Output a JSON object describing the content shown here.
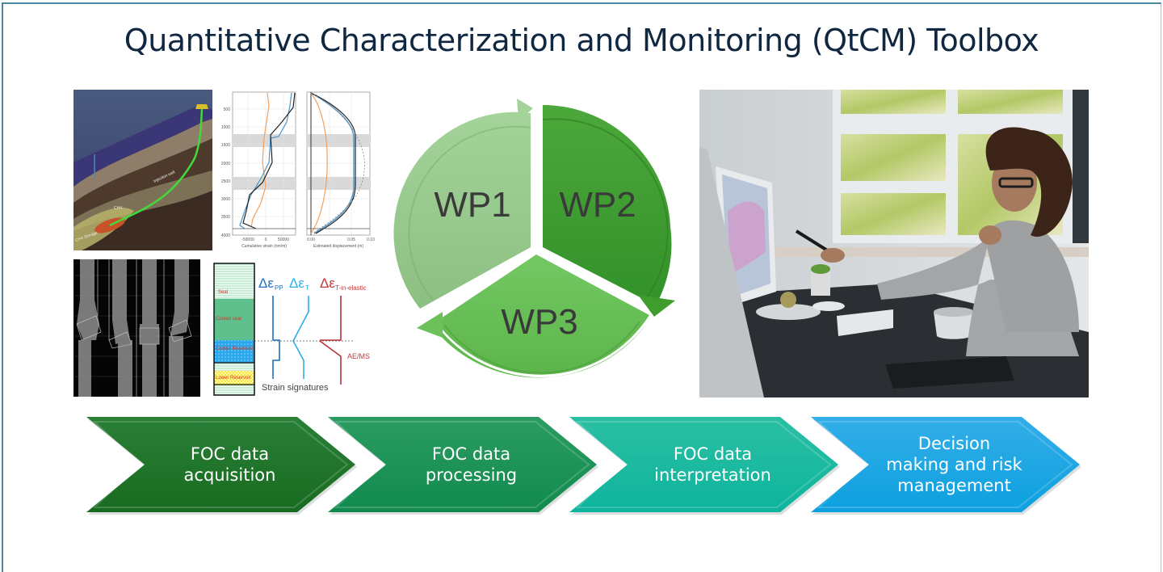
{
  "title": "Quantitative Characterization and Monitoring (QtCM) Toolbox",
  "geology_panel": {
    "labels": [
      "Injection well",
      "CH4",
      "CH4 Storage"
    ]
  },
  "strain_plots": {
    "left": {
      "xlabel": "Cumulative strain (nm/m)",
      "xticks": [
        "-50000",
        "0",
        "50000"
      ],
      "yticks": [
        "500",
        "1000",
        "1500",
        "2000",
        "2500",
        "3000",
        "3500",
        "4000"
      ]
    },
    "right": {
      "xlabel": "Estimated displacement (m)",
      "xticks": [
        "0.00",
        "0.05",
        "0.10"
      ]
    }
  },
  "strain_signatures": {
    "layers": [
      "Seal",
      "Cooled seal",
      "Cooled Reservoir",
      "Lower Reservoir"
    ],
    "headers": [
      "Δε",
      "PP",
      "Δε",
      "T",
      "Δε",
      "T-in-elastic"
    ],
    "annotation": "AE/MS",
    "caption": "Strain signatures"
  },
  "cycle": {
    "segments": [
      {
        "label": "WP1",
        "color": "#98c88e"
      },
      {
        "label": "WP2",
        "color": "#3f9d2e"
      },
      {
        "label": "WP3",
        "color": "#6cc15a"
      }
    ]
  },
  "process_steps": [
    {
      "lines": [
        "FOC data",
        "acquisition"
      ],
      "color_top": "#2a7f37",
      "color_bottom": "#186b20"
    },
    {
      "lines": [
        "FOC data",
        "processing"
      ],
      "color_top": "#2b9c62",
      "color_bottom": "#118a4e"
    },
    {
      "lines": [
        "FOC data",
        "interpretation"
      ],
      "color_top": "#2bbfa3",
      "color_bottom": "#0db49d"
    },
    {
      "lines": [
        "Decision",
        "making and risk",
        "management"
      ],
      "color_top": "#33aee8",
      "color_bottom": "#0da0df"
    }
  ]
}
